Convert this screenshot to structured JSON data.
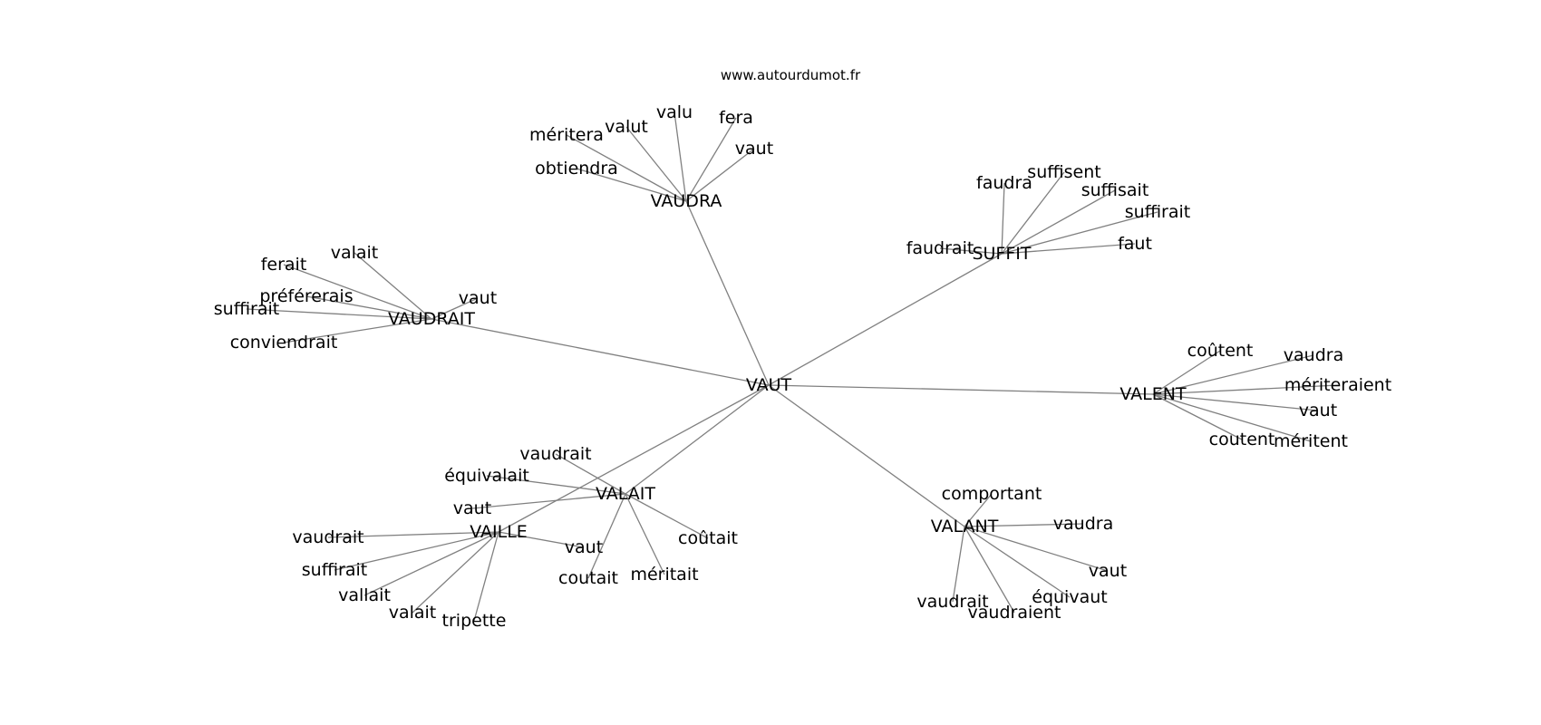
{
  "watermark": "www.autourdumot.fr",
  "graph": {
    "center": "VAUT",
    "clusters": [
      {
        "hub": "VAUDRA",
        "leaves": [
          "méritera",
          "valut",
          "valu",
          "fera",
          "vaut",
          "obtiendra"
        ]
      },
      {
        "hub": "SUFFIT",
        "leaves": [
          "faudra",
          "suffisent",
          "suffisait",
          "suffirait",
          "faut",
          "faudrait"
        ]
      },
      {
        "hub": "VAUDRAIT",
        "leaves": [
          "ferait",
          "valait",
          "préférerais",
          "vaut",
          "suffirait",
          "conviendrait"
        ]
      },
      {
        "hub": "VALENT",
        "leaves": [
          "coûtent",
          "vaudra",
          "mériteraient",
          "vaut",
          "coutent",
          "méritent"
        ]
      },
      {
        "hub": "VALAIT",
        "leaves": [
          "vaudrait",
          "équivalait",
          "vaut",
          "coûtait",
          "coutait",
          "méritait"
        ]
      },
      {
        "hub": "VAILLE",
        "leaves": [
          "vaudrait",
          "suffirait",
          "vallait",
          "valait",
          "tripette",
          "vaut"
        ]
      },
      {
        "hub": "VALANT",
        "leaves": [
          "comportant",
          "vaudra",
          "vaut",
          "équivaut",
          "vaudraient",
          "vaudrait"
        ]
      }
    ]
  }
}
